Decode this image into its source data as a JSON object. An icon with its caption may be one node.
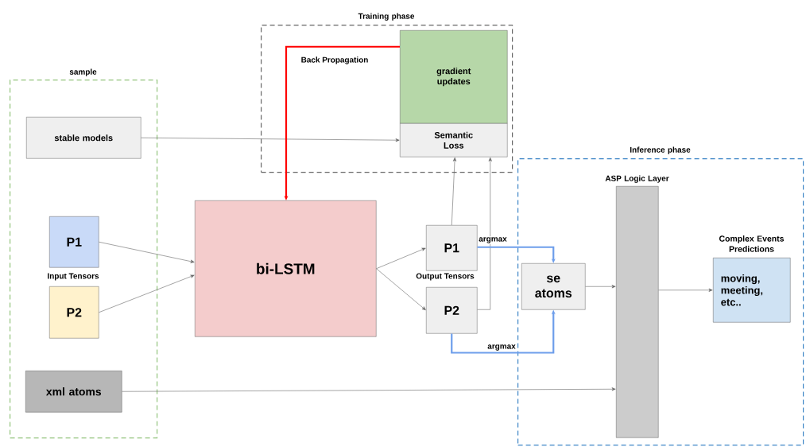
{
  "diagram": {
    "nodes": [
      {
        "text": [
          "sample"
        ]
      },
      {
        "text": [
          "stable models"
        ],
        "in": 0
      },
      {
        "text": [
          "P1"
        ],
        "in": 0
      },
      {
        "text": [
          "P2"
        ],
        "in": 0
      },
      {
        "text": [
          "xml atoms"
        ],
        "in": 0
      },
      {
        "text": [
          "Training phase"
        ]
      },
      {
        "text": [
          "gradient updates"
        ],
        "in": 5
      },
      {
        "text": [
          "Semantic Loss"
        ],
        "in": 5
      },
      {
        "text": [
          "bi-LSTM"
        ]
      },
      {
        "text": [
          "P1"
        ]
      },
      {
        "text": [
          "P2"
        ]
      },
      {
        "text": [
          "Inference phase"
        ]
      },
      {
        "text": [
          "se atoms"
        ],
        "in": 11
      },
      {
        "text": [
          "ASP Logic Layer"
        ],
        "in": 11
      },
      {
        "text": [
          "Complex Events Predictions",
          "moving, meeting, etc.."
        ],
        "in": 11
      }
    ],
    "edges": [
      {
        "from": 1,
        "to": 7,
        "arrow": "to"
      },
      {
        "from": 2,
        "to": 8,
        "arrow": "to"
      },
      {
        "from": 3,
        "to": 8,
        "arrow": "to"
      },
      {
        "from": 6,
        "to": 8,
        "arrow": "to",
        "label": "Back Propagation",
        "style": "thick",
        "color": "#ff0000"
      },
      {
        "from": 8,
        "to": 9,
        "arrow": "to"
      },
      {
        "from": 8,
        "to": 10,
        "arrow": "to"
      },
      {
        "from": 9,
        "to": 7,
        "arrow": "to"
      },
      {
        "from": 10,
        "to": 7,
        "arrow": "to"
      },
      {
        "from": 9,
        "to": 12,
        "arrow": "to",
        "label": "argmax",
        "style": "thick",
        "color": "#6d9eeb"
      },
      {
        "from": 10,
        "to": 12,
        "arrow": "to",
        "label": "argmax",
        "style": "thick",
        "color": "#6d9eeb"
      },
      {
        "from": 12,
        "to": 13,
        "arrow": "to"
      },
      {
        "from": 13,
        "to": 14,
        "arrow": "to"
      },
      {
        "from": 4,
        "to": 13,
        "arrow": "to"
      }
    ],
    "labels": [
      "Input Tensors",
      "Output Tensors"
    ]
  }
}
